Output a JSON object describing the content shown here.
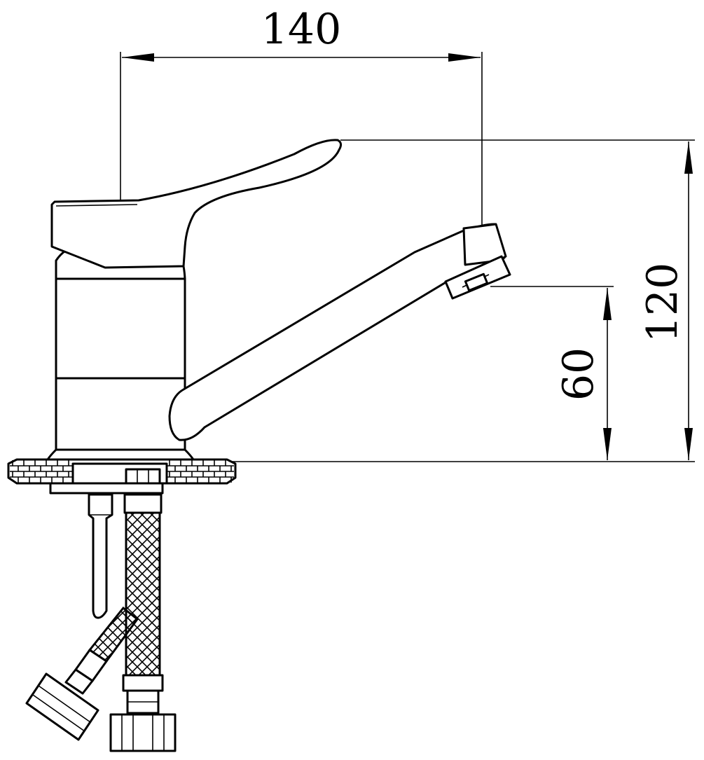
{
  "dimensions": {
    "width_label": "140",
    "height_label": "120",
    "spout_height_label": "60"
  },
  "colors": {
    "line": "#000000",
    "background": "#ffffff"
  }
}
